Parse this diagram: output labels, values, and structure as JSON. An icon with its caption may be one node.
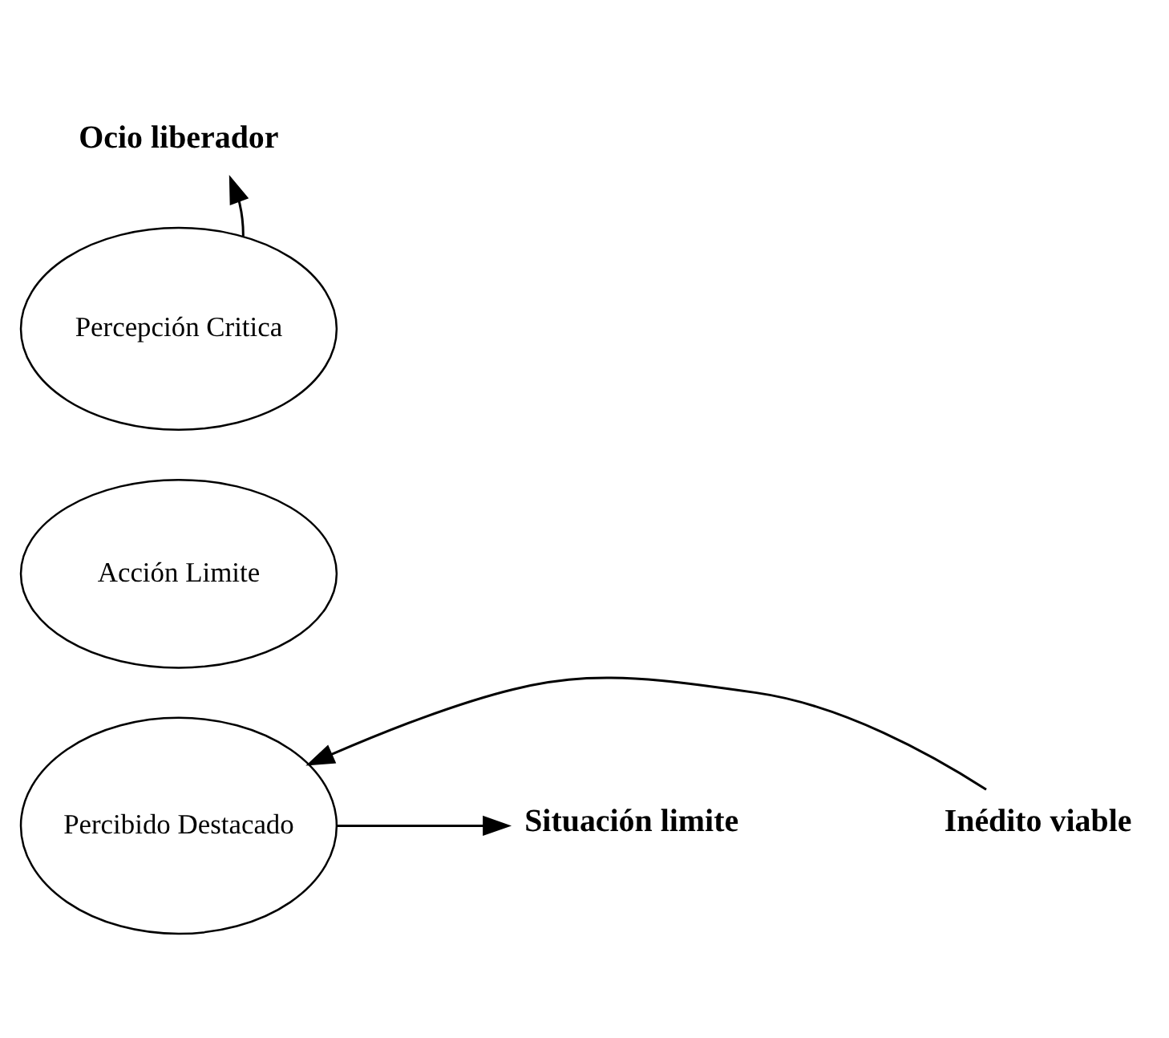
{
  "diagram": {
    "nodes": [
      {
        "text": [
          "Ocio liberador"
        ]
      },
      {
        "text": [
          "Percepción Critica"
        ]
      },
      {
        "text": [
          "Acción Limite"
        ]
      },
      {
        "text": [
          "Percibido Destacado"
        ]
      },
      {
        "text": [
          "Situación limite"
        ]
      },
      {
        "text": [
          "Inédito viable"
        ]
      }
    ],
    "edges": [
      {
        "from": 1,
        "to": 0,
        "arrow": "to"
      },
      {
        "from": 5,
        "to": 3,
        "arrow": "to"
      },
      {
        "from": 3,
        "to": 4,
        "arrow": "to"
      }
    ]
  }
}
